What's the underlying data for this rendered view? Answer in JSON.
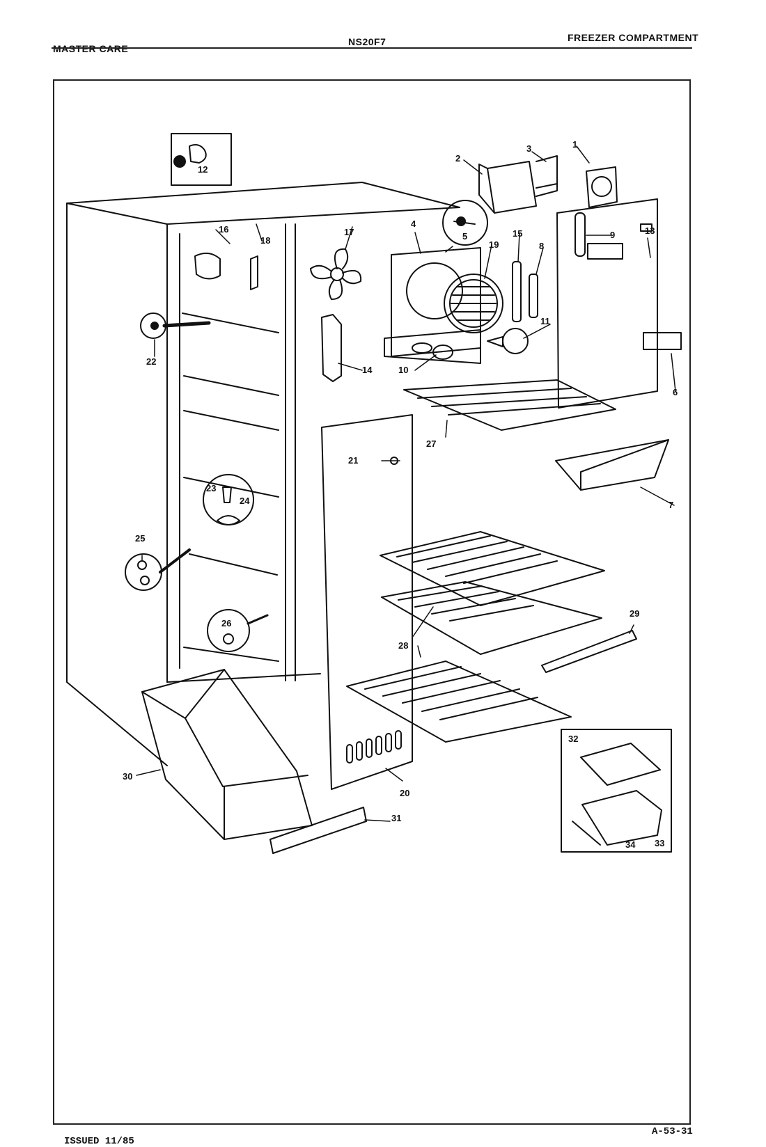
{
  "header": {
    "left": "MASTER CARE",
    "center": "NS20F7",
    "right": "FREEZER COMPARTMENT"
  },
  "footer": {
    "issued": "ISSUED 11/85",
    "code": "A-53-31"
  },
  "callouts": [
    "1",
    "2",
    "3",
    "4",
    "5",
    "6",
    "7",
    "8",
    "9",
    "10",
    "11",
    "12",
    "13",
    "14",
    "15",
    "16",
    "17",
    "18",
    "19",
    "20",
    "21",
    "22",
    "23",
    "24",
    "25",
    "26",
    "27",
    "28",
    "29",
    "30",
    "31",
    "32",
    "33",
    "34"
  ]
}
